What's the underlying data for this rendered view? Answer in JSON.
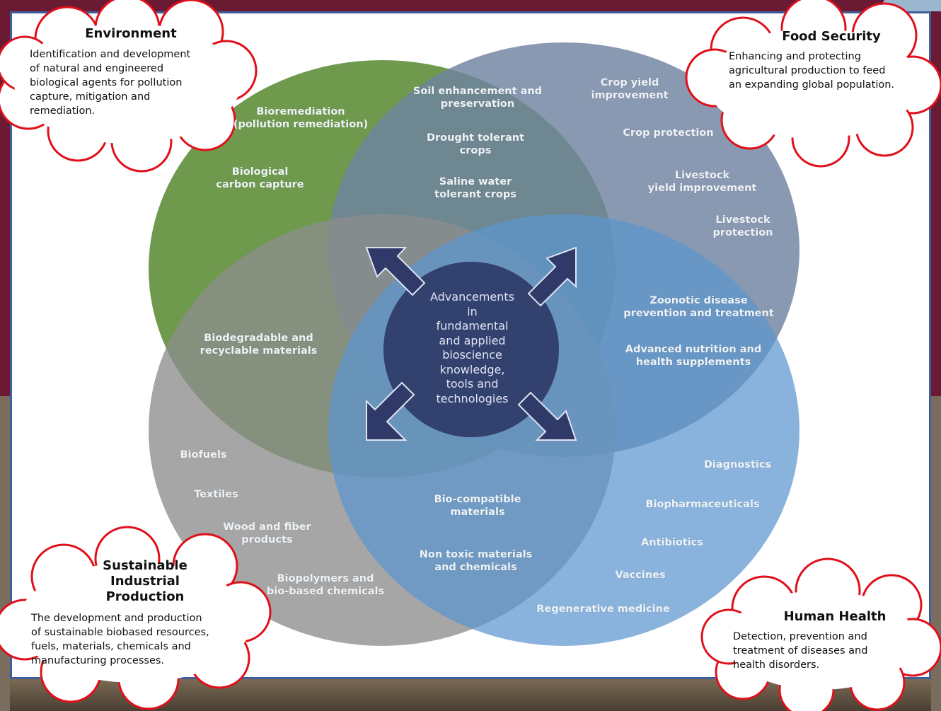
{
  "colors": {
    "frame_background": "#6a1a33",
    "panel_border": "#3d5f9c",
    "environment_circle": "#6f9a4e",
    "food_security_circle": "#6f82a0",
    "industrial_circle": "#8d8d8d",
    "health_circle": "#5c95cf",
    "center_disc": "#2f3a68",
    "arrows": "#2f3a68",
    "cloud_outline": "#e0101a"
  },
  "center": {
    "text": "Advancements\nin\nfundamental\nand applied\nbioscience\nknowledge,\ntools and\ntechnologies"
  },
  "labels": {
    "soil": "Soil enhancement and\npreservation",
    "drought": "Drought tolerant\ncrops",
    "saline": "Saline water\ntolerant crops",
    "bioremediation": "Bioremediation\n(pollution remediation)",
    "carbon": "Biological\ncarbon capture",
    "crop_yield": "Crop yield\nimprovement",
    "crop_protection": "Crop protection",
    "livestock_yield": "Livestock\nyield improvement",
    "livestock_protection": "Livestock\nprotection",
    "zoonotic": "Zoonotic disease\nprevention and treatment",
    "nutrition": "Advanced nutrition and\nhealth supplements",
    "biodegradable": "Biodegradable and\nrecyclable materials",
    "biofuels": "Biofuels",
    "textiles": "Textiles",
    "wood": "Wood and fiber\nproducts",
    "biopolymers": "Biopolymers and\nbio-based chemicals",
    "biocompatible": "Bio-compatible\nmaterials",
    "nontoxic": "Non toxic materials\nand chemicals",
    "diagnostics": "Diagnostics",
    "biopharma": "Biopharmaceuticals",
    "antibiotics": "Antibiotics",
    "vaccines": "Vaccines",
    "regenerative": "Regenerative medicine"
  },
  "callouts": {
    "environment": {
      "title": "Environment",
      "description": "Identification and development\nof natural and engineered\nbiological agents for pollution\ncapture, mitigation and\nremediation."
    },
    "food_security": {
      "title": "Food Security",
      "description": "Enhancing and protecting\nagricultural production to feed\nan expanding global population."
    },
    "industrial": {
      "title": "Sustainable\nIndustrial\nProduction",
      "description": "The development and production\nof sustainable biobased resources,\nfuels, materials, chemicals and\nmanufacturing processes."
    },
    "human_health": {
      "title": "Human Health",
      "description": "Detection, prevention and\ntreatment of diseases and\nhealth disorders."
    }
  }
}
